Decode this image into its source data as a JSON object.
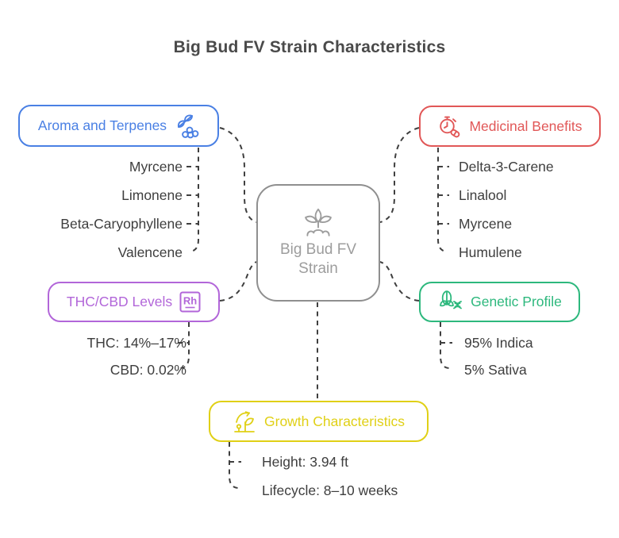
{
  "title": "Big Bud FV Strain Characteristics",
  "center": {
    "line1": "Big Bud FV",
    "line2": "Strain",
    "icon": "sprout-icon",
    "border_color": "#8f8f8f",
    "text_color": "#9d9d9d"
  },
  "connector_color": "#3f3f3f",
  "branches": [
    {
      "id": "aroma",
      "label": "Aroma and Terpenes",
      "color": "#4a80e4",
      "icon": "berries-icon",
      "items": [
        "Myrcene",
        "Limonene",
        "Beta-Caryophyllene",
        "Valencene"
      ]
    },
    {
      "id": "medicinal",
      "label": "Medicinal Benefits",
      "color": "#e15757",
      "icon": "stopwatch-pill-icon",
      "items": [
        "Delta-3-Carene",
        "Linalool",
        "Myrcene",
        "Humulene"
      ]
    },
    {
      "id": "thc",
      "label": "THC/CBD Levels",
      "color": "#b266d9",
      "icon": "rh-element-icon",
      "icon_text": "Rh",
      "items": [
        "THC: 14%–17%",
        "CBD: 0.02%"
      ]
    },
    {
      "id": "genetic",
      "label": "Genetic Profile",
      "color": "#2db87d",
      "icon": "corn-dna-icon",
      "items": [
        "95% Indica",
        "5% Sativa"
      ]
    },
    {
      "id": "growth",
      "label": "Growth Characteristics",
      "color": "#e0d016",
      "icon": "growth-plant-icon",
      "items": [
        "Height: 3.94 ft",
        "Lifecycle: 8–10 weeks"
      ]
    }
  ]
}
